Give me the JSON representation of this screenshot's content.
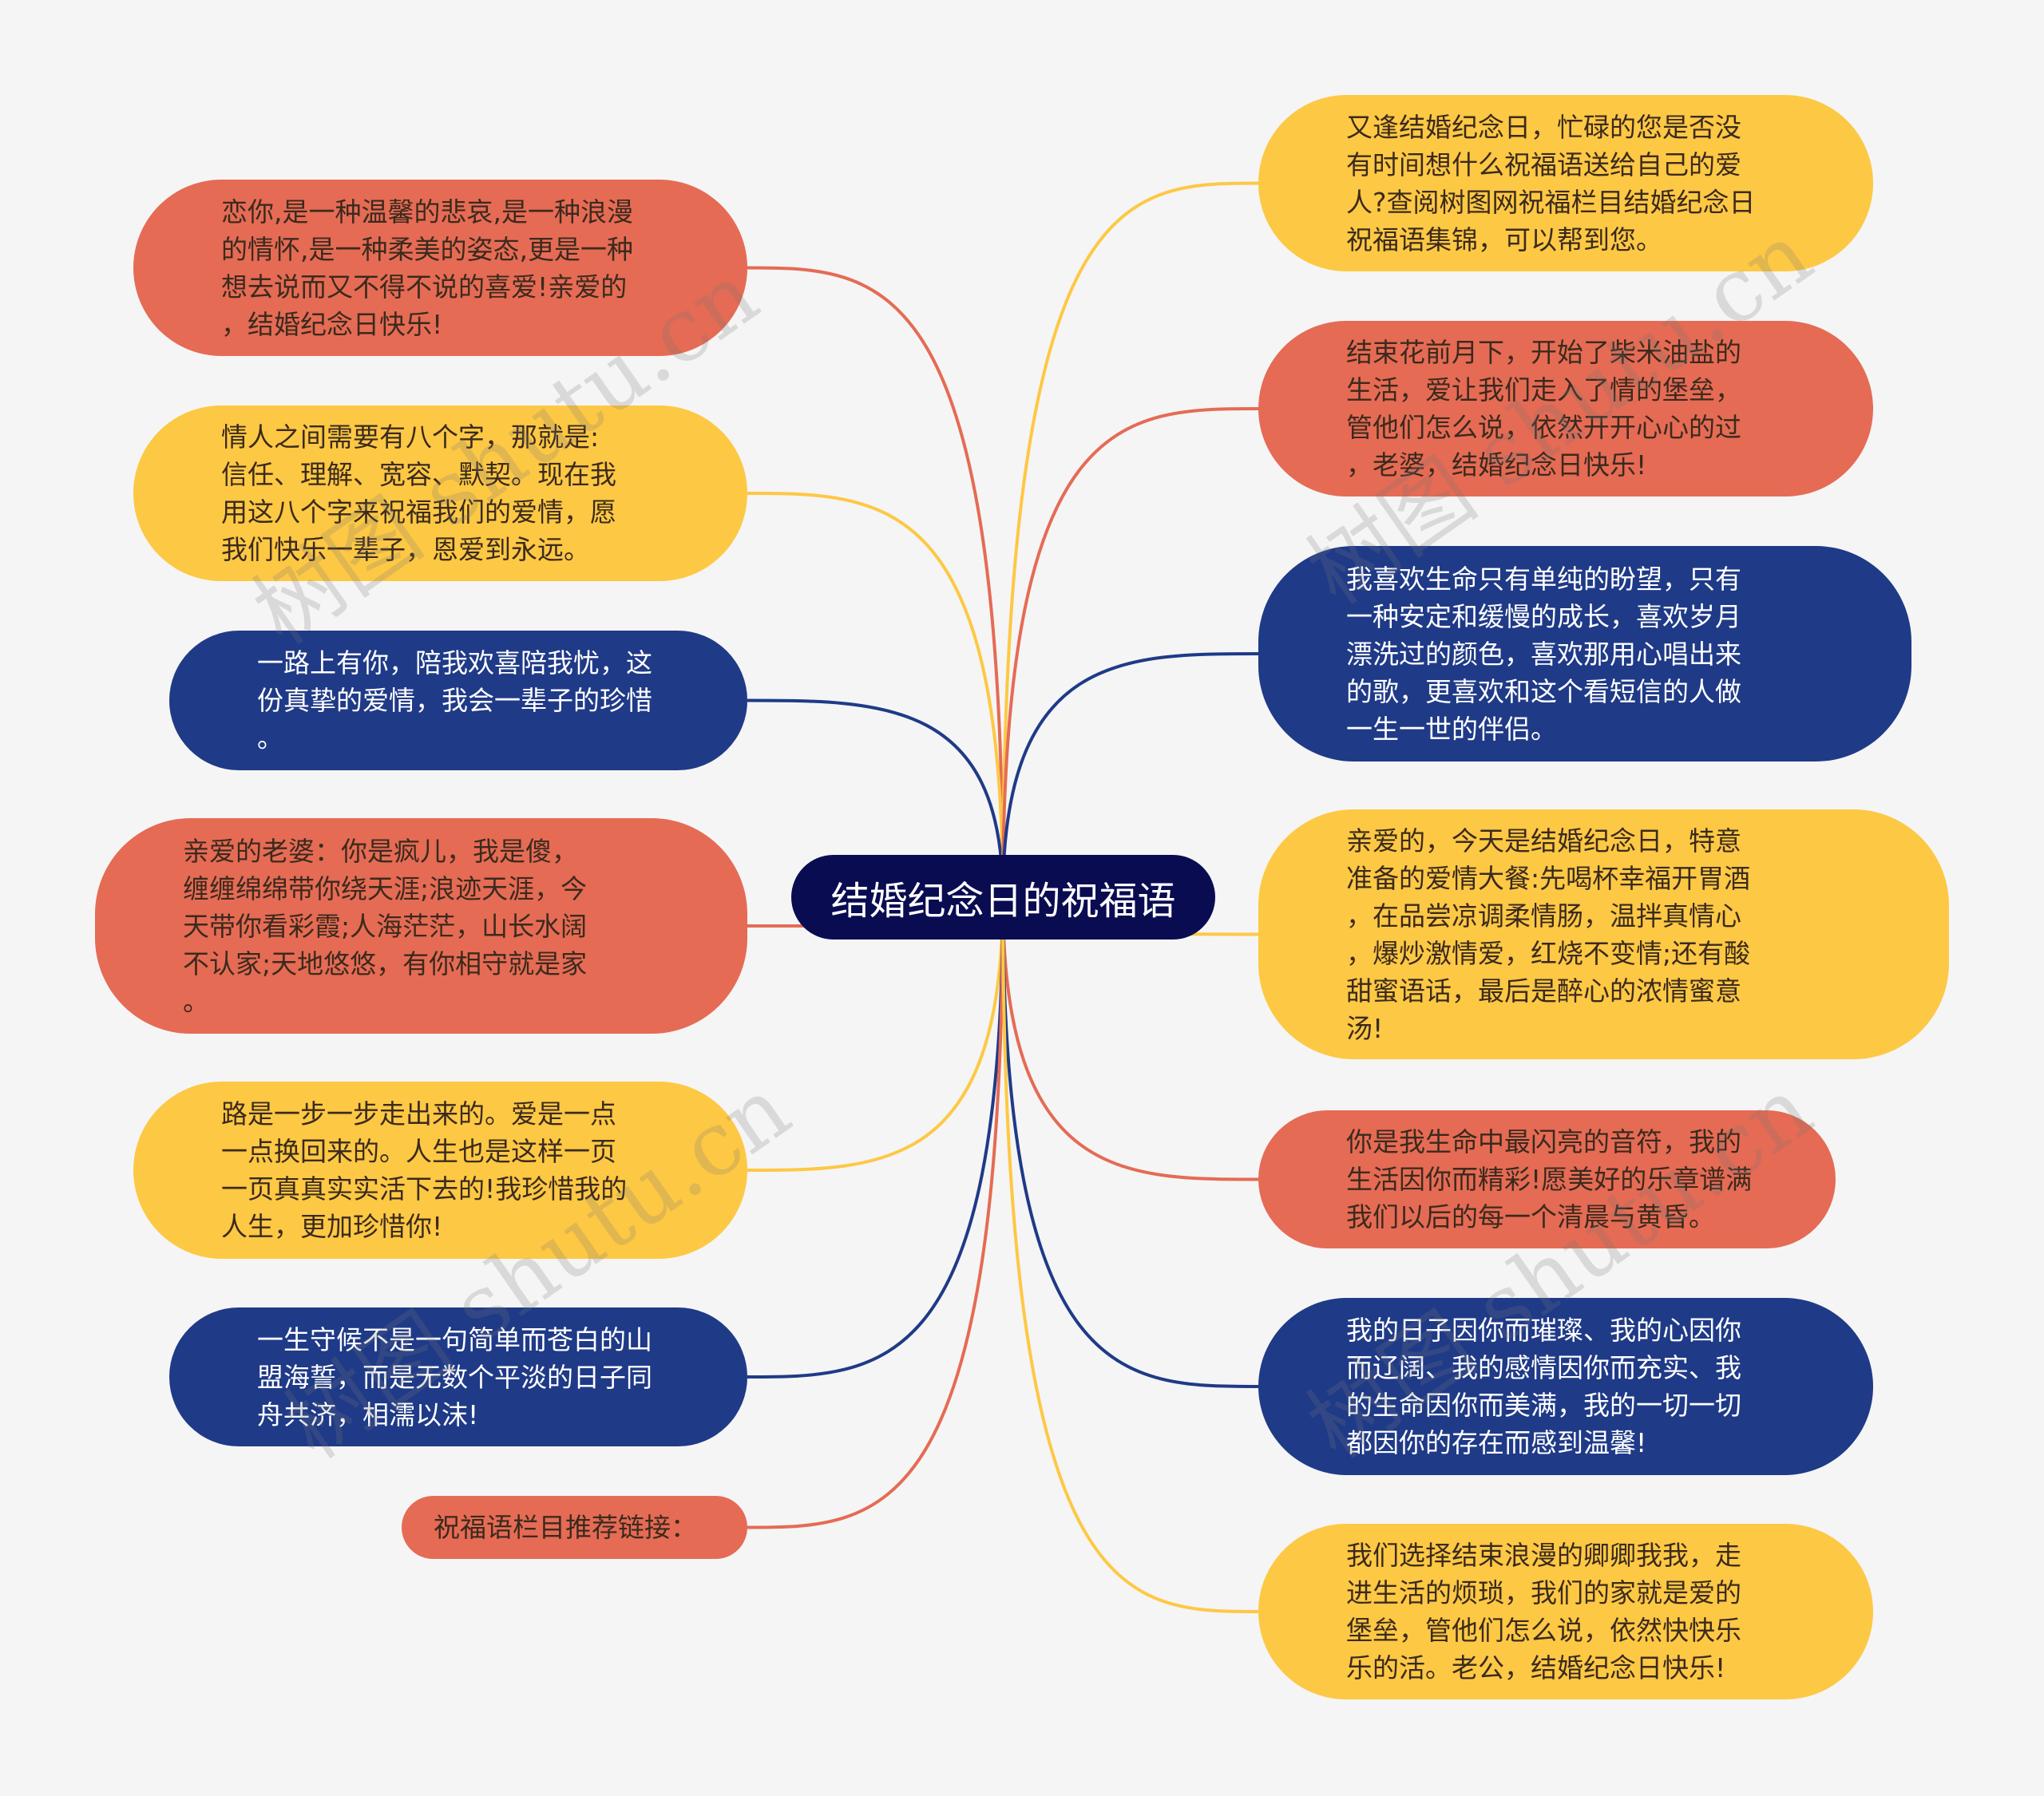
{
  "title": "结婚纪念日的祝福语",
  "colors": {
    "red": "#e56b55",
    "yellow": "#fdc844",
    "blue": "#1f3a87",
    "center": "#0a0c52"
  },
  "left_nodes": [
    {
      "color": "red",
      "lines": [
        "恋你,是一种温馨的悲哀,是一种浪漫",
        "的情怀,是一种柔美的姿态,更是一种",
        "想去说而又不得不说的喜爱!亲爱的",
        "，结婚纪念日快乐!"
      ]
    },
    {
      "color": "yellow",
      "lines": [
        "情人之间需要有八个字，那就是:",
        "信任、理解、宽容、默契。现在我",
        "用这八个字来祝福我们的爱情，愿",
        "我们快乐一辈子，恩爱到永远。"
      ]
    },
    {
      "color": "blue",
      "lines": [
        "一路上有你，陪我欢喜陪我忧，这",
        "份真挚的爱情，我会一辈子的珍惜",
        "。"
      ]
    },
    {
      "color": "red",
      "lines": [
        "亲爱的老婆：你是疯儿，我是傻，",
        "缠缠绵绵带你绕天涯;浪迹天涯，今",
        "天带你看彩霞;人海茫茫，山长水阔",
        "不认家;天地悠悠，有你相守就是家",
        "。"
      ]
    },
    {
      "color": "yellow",
      "lines": [
        "路是一步一步走出来的。爱是一点",
        "一点换回来的。人生也是这样一页",
        "一页真真实实活下去的!我珍惜我的",
        "人生，更加珍惜你!"
      ]
    },
    {
      "color": "blue",
      "lines": [
        "一生守候不是一句简单而苍白的山",
        "盟海誓，而是无数个平淡的日子同",
        "舟共济，相濡以沫!"
      ]
    },
    {
      "color": "red",
      "lines": [
        "祝福语栏目推荐链接："
      ]
    }
  ],
  "right_nodes": [
    {
      "color": "yellow",
      "lines": [
        "又逢结婚纪念日，忙碌的您是否没",
        "有时间想什么祝福语送给自己的爱",
        "人?查阅树图网祝福栏目结婚纪念日",
        "祝福语集锦，可以帮到您。"
      ]
    },
    {
      "color": "red",
      "lines": [
        "结束花前月下，开始了柴米油盐的",
        "生活，爱让我们走入了情的堡垒，",
        "管他们怎么说，依然开开心心的过",
        "，老婆，结婚纪念日快乐!"
      ]
    },
    {
      "color": "blue",
      "lines": [
        "我喜欢生命只有单纯的盼望，只有",
        "一种安定和缓慢的成长，喜欢岁月",
        "漂洗过的颜色，喜欢那用心唱出来",
        "的歌，更喜欢和这个看短信的人做",
        "一生一世的伴侣。"
      ]
    },
    {
      "color": "yellow",
      "lines": [
        "亲爱的，今天是结婚纪念日，特意",
        "准备的爱情大餐:先喝杯幸福开胃酒",
        "，在品尝凉调柔情肠，温拌真情心",
        "，爆炒激情爱，红烧不变情;还有酸",
        "甜蜜语话，最后是醉心的浓情蜜意",
        "汤!"
      ]
    },
    {
      "color": "red",
      "lines": [
        "你是我生命中最闪亮的音符，我的",
        "生活因你而精彩!愿美好的乐章谱满",
        "我们以后的每一个清晨与黄昏。"
      ]
    },
    {
      "color": "blue",
      "lines": [
        "我的日子因你而璀璨、我的心因你",
        "而辽阔、我的感情因你而充实、我",
        "的生命因你而美满，我的一切一切",
        "都因你的存在而感到温馨!"
      ]
    },
    {
      "color": "yellow",
      "lines": [
        "我们选择结束浪漫的卿卿我我，走",
        "进生活的烦琐，我们的家就是爱的",
        "堡垒，管他们怎么说，依然快快乐",
        "乐的活。老公，结婚纪念日快乐!"
      ]
    }
  ],
  "watermark": "树图 shutu.cn"
}
